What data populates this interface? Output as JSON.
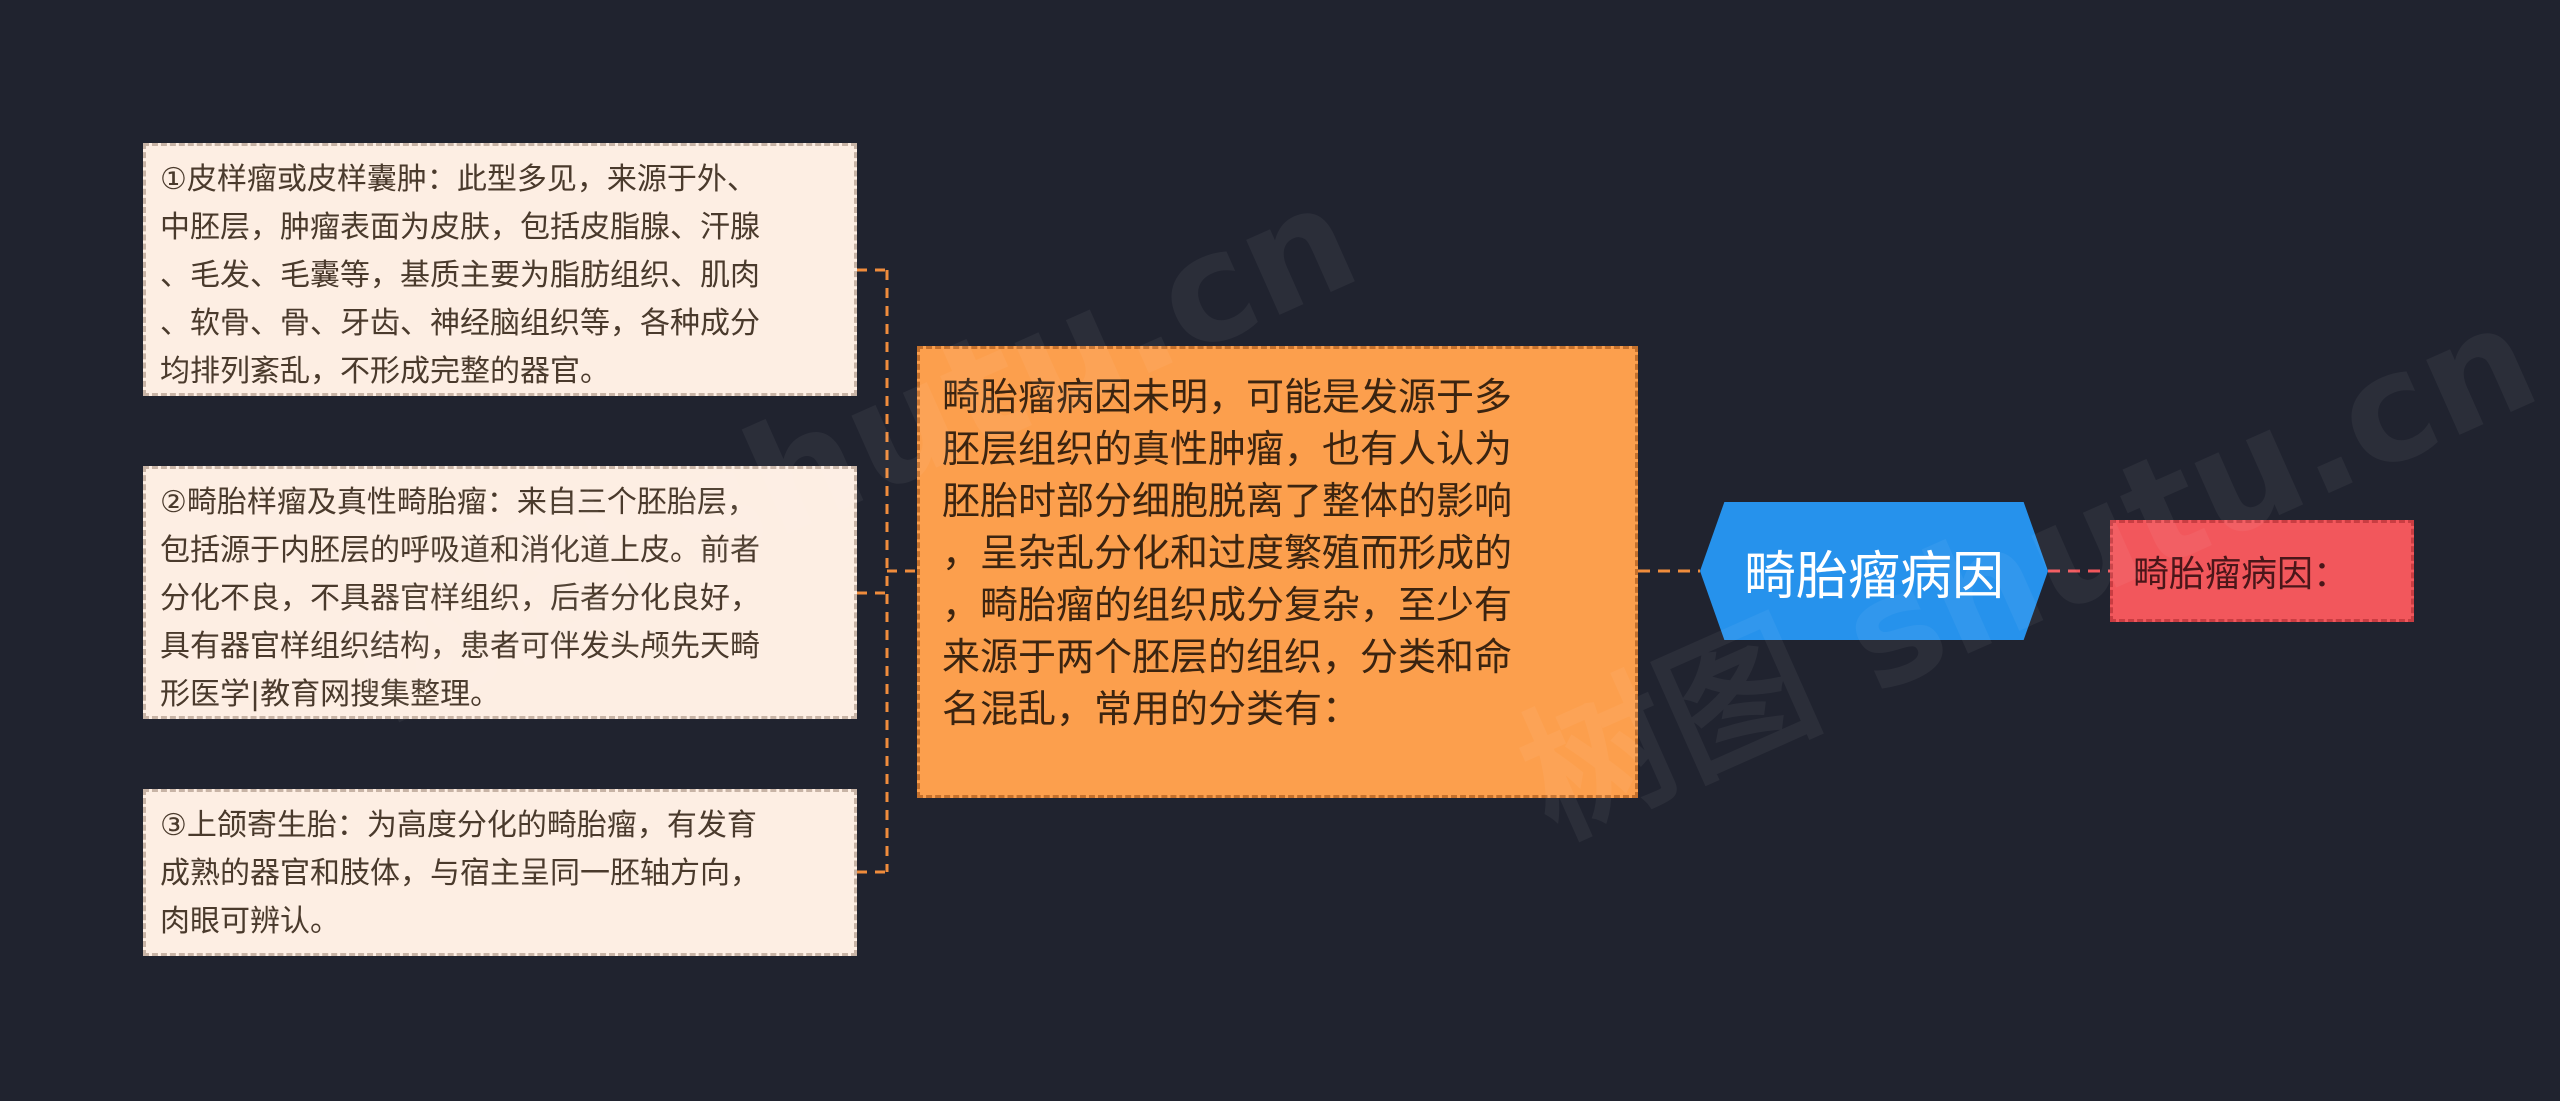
{
  "root": {
    "label": "畸胎瘤病因"
  },
  "right_node": {
    "label": "畸胎瘤病因："
  },
  "middle_node": {
    "text": "畸胎瘤病因未明，可能是发源于多\n胚层组织的真性肿瘤，也有人认为\n胚胎时部分细胞脱离了整体的影响\n，呈杂乱分化和过度繁殖而形成的\n，畸胎瘤的组织成分复杂，至少有\n来源于两个胚层的组织，分类和命\n名混乱，常用的分类有："
  },
  "leaves": [
    {
      "text": "①皮样瘤或皮样囊肿：此型多见，来源于外、\n中胚层，肿瘤表面为皮肤，包括皮脂腺、汗腺\n、毛发、毛囊等，基质主要为脂肪组织、肌肉\n、软骨、骨、牙齿、神经脑组织等，各种成分\n均排列紊乱，不形成完整的器官。"
    },
    {
      "text": "②畸胎样瘤及真性畸胎瘤：来自三个胚胎层，\n包括源于内胚层的呼吸道和消化道上皮。前者\n分化不良，不具器官样组织，后者分化良好，\n具有器官样组织结构，患者可伴发头颅先天畸\n形医学|教育网搜集整理。"
    },
    {
      "text": "③上颌寄生胎：为高度分化的畸胎瘤，有发育\n成熟的器官和肢体，与宿主呈同一胚轴方向，\n肉眼可辨认。"
    }
  ],
  "watermark": {
    "text": "树图 shutu.cn"
  },
  "colors": {
    "background": "#20232f",
    "root_fill": "#2692ec",
    "middle_fill": "#fc9f4d",
    "right_fill": "#f2575c",
    "leaf_fill": "#fdeee3",
    "connector_main": "#f08c3c",
    "connector_right": "#f2575c"
  }
}
